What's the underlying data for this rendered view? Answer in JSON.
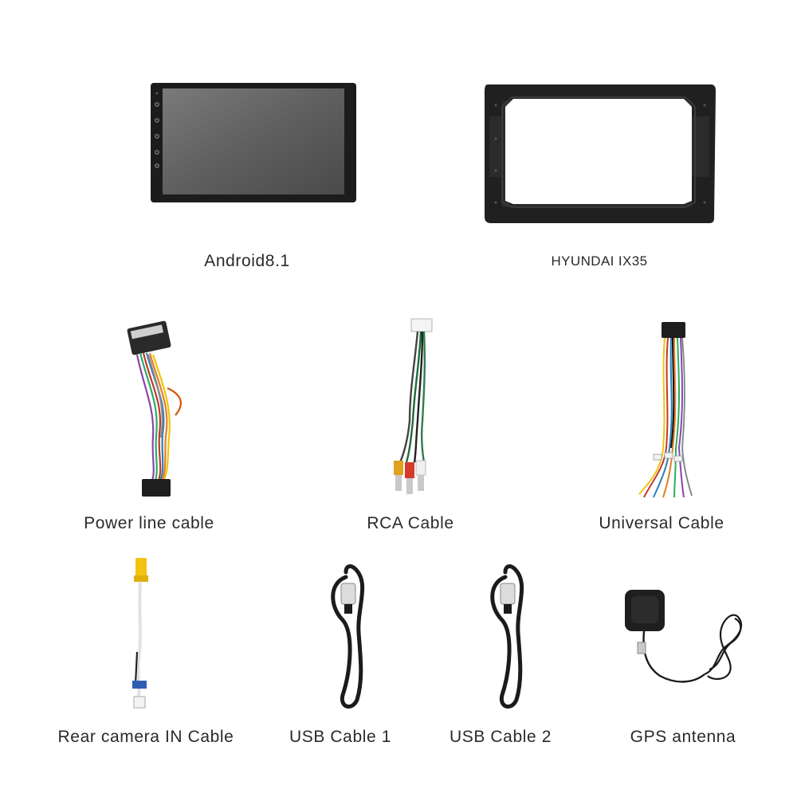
{
  "products": [
    {
      "id": "head_unit",
      "label": "Android8.1"
    },
    {
      "id": "frame",
      "label": "HYUNDAI IX35"
    },
    {
      "id": "power_cable",
      "label": "Power line cable"
    },
    {
      "id": "rca_cable",
      "label": "RCA Cable"
    },
    {
      "id": "universal_cable",
      "label": "Universal Cable"
    },
    {
      "id": "rear_camera_cable",
      "label": "Rear camera IN Cable"
    },
    {
      "id": "usb_cable_1",
      "label": "USB Cable 1"
    },
    {
      "id": "usb_cable_2",
      "label": "USB Cable 2"
    },
    {
      "id": "gps_antenna",
      "label": "GPS antenna"
    }
  ],
  "colors": {
    "background": "#ffffff",
    "text": "#2a2a2a",
    "device_black": "#1e1e1e",
    "screen_gray": "#6b6b6b"
  }
}
